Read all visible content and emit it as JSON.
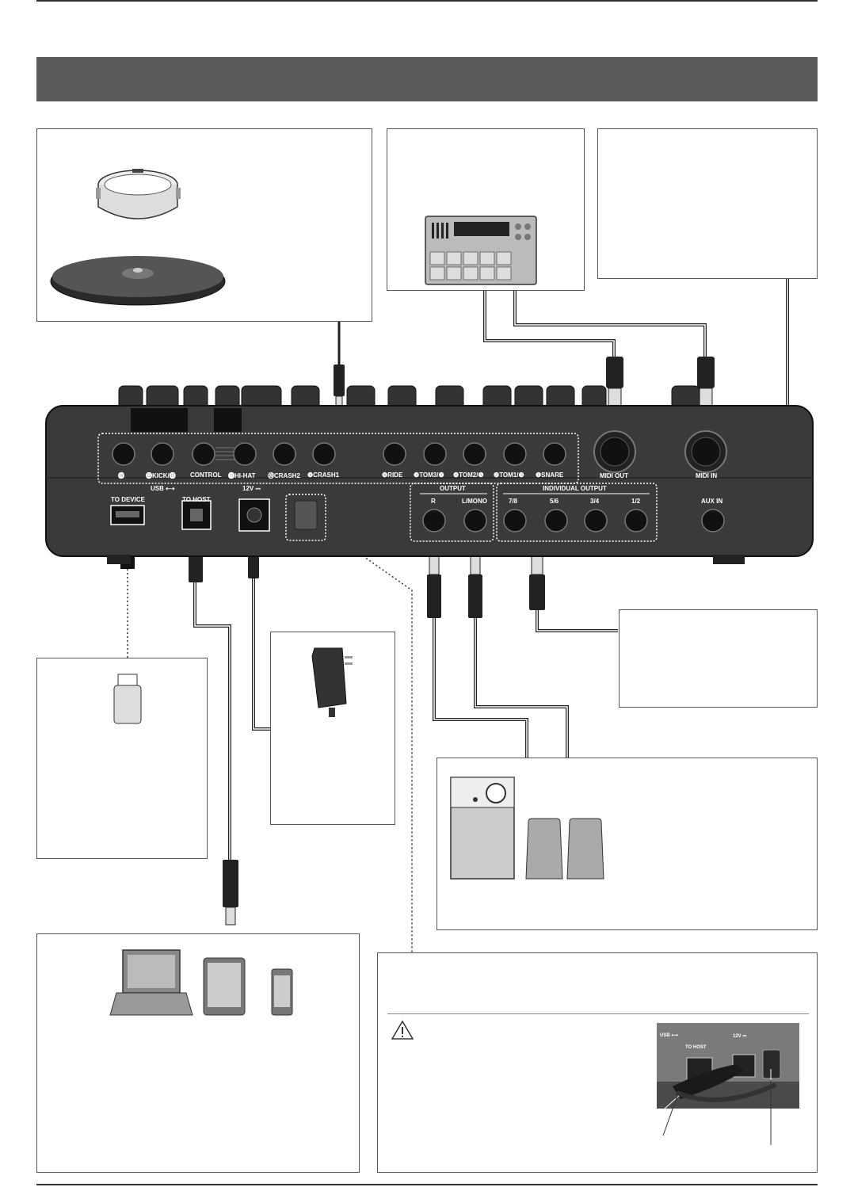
{
  "module": {
    "trigger_labels": [
      "⓮",
      "⓭KICK/⓯",
      "CONTROL",
      "⓫HI-HAT",
      "⓾CRASH2",
      "❾CRASH1",
      "❽RIDE",
      "❼TOM3/❼",
      "❹TOM2/❺",
      "❷TOM1/❸",
      "❶SNARE"
    ],
    "midi_out": "MIDI OUT",
    "midi_in": "MIDI IN",
    "usb_label": "USB ⟷",
    "to_device": "TO DEVICE",
    "to_host": "TO HOST",
    "dc_in": "12V ⎓",
    "output_label": "OUTPUT",
    "output_r": "R",
    "output_lmono": "L/MONO",
    "individual_output_label": "INDIVIDUAL OUTPUT",
    "individual_outputs": [
      "7/8",
      "5/6",
      "3/4",
      "1/2"
    ],
    "aux_in": "AUX IN"
  },
  "inset": {
    "usb_label": "USB ⟷",
    "to_host": "TO HOST",
    "dc_in": "12V ⎓"
  },
  "colors": {
    "header_bar": "#5a5a5a",
    "module_body": "#3a3a3a",
    "jack_dark": "#1a1a1a",
    "dotted_highlight": "#ffffff"
  }
}
